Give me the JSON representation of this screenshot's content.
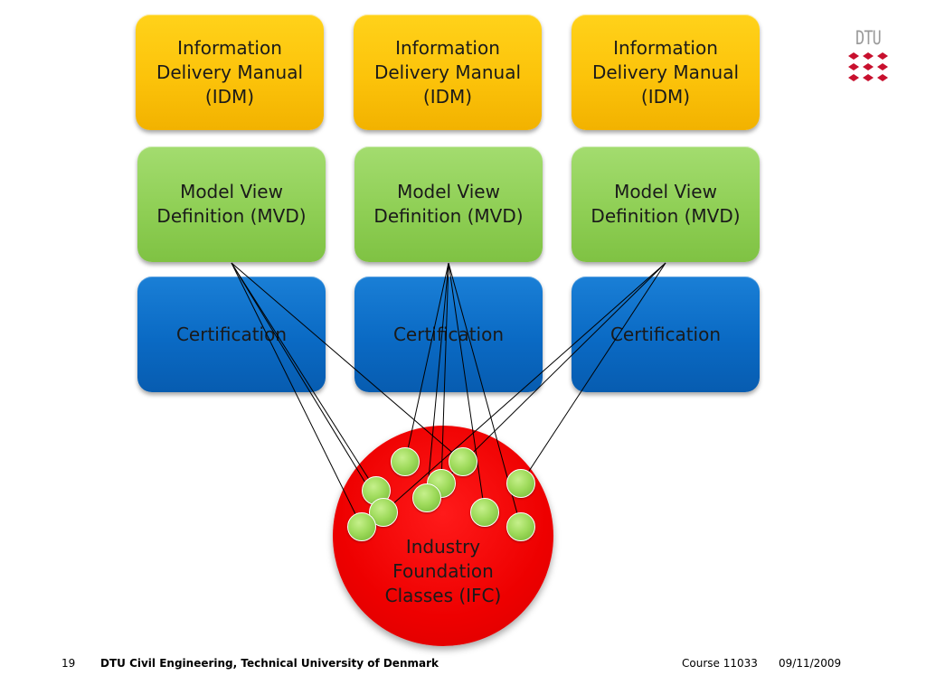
{
  "boxes": {
    "idm": [
      "Information\nDelivery Manual\n(IDM)",
      "Information\nDelivery Manual\n(IDM)",
      "Information\nDelivery Manual\n(IDM)"
    ],
    "mvd": [
      "Model View\nDefinition (MVD)",
      "Model View\nDefinition (MVD)",
      "Model View\nDefinition (MVD)"
    ],
    "cert": [
      "Certification",
      "Certification",
      "Certification"
    ]
  },
  "ifc": {
    "label": "Industry\nFoundation\nClasses (IFC)"
  },
  "logo": {
    "text": "DTU",
    "color": "#c8102e"
  },
  "footer": {
    "page_number": "19",
    "organization": "DTU Civil Engineering, Technical University of Denmark",
    "course": "Course 11033",
    "date": "09/11/2009"
  },
  "colors": {
    "idm": "#fcc30a",
    "mvd": "#8fcf55",
    "certification": "#0a6ac4",
    "ifc": "#ee0000",
    "node": "#9fdb5c"
  }
}
